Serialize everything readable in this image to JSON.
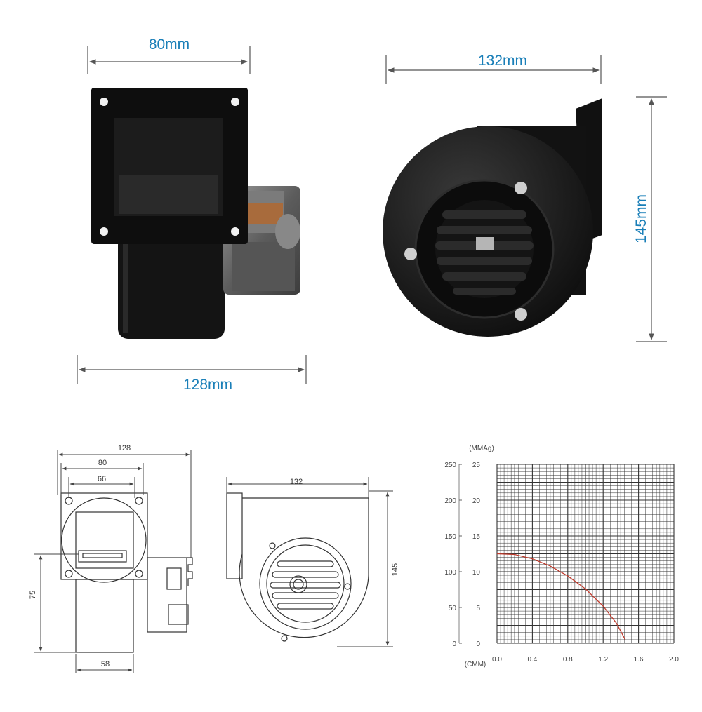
{
  "photo_dims": {
    "front_width": "80mm",
    "front_depth": "128mm",
    "side_width": "132mm",
    "side_height": "145mm"
  },
  "drawing_dims": {
    "front_total": "128",
    "front_flange": "80",
    "front_holes": "66",
    "front_height": "75",
    "front_outlet": "58",
    "side_width": "132",
    "side_height": "145"
  },
  "chart_data": {
    "type": "line",
    "y_unit_label": "(MMAg)",
    "x_unit_label": "(CMM)",
    "outer_y_ticks": [
      "250",
      "200",
      "150",
      "100",
      "50",
      "0"
    ],
    "inner_y_ticks": [
      "25",
      "20",
      "15",
      "10",
      "5",
      "0"
    ],
    "x_ticks": [
      "0.0",
      "0.4",
      "0.8",
      "1.2",
      "1.6",
      "2.0"
    ],
    "xlim": [
      0,
      2.0
    ],
    "ylim": [
      0,
      25
    ],
    "grid": true,
    "colors": {
      "curve": "#c0392b",
      "grid": "#333333"
    },
    "series": [
      {
        "x": [
          0.0,
          0.2,
          0.4,
          0.6,
          0.8,
          1.0,
          1.2,
          1.35,
          1.45
        ],
        "y": [
          12.5,
          12.4,
          11.8,
          10.8,
          9.4,
          7.6,
          5.2,
          2.8,
          0.5
        ]
      }
    ]
  }
}
